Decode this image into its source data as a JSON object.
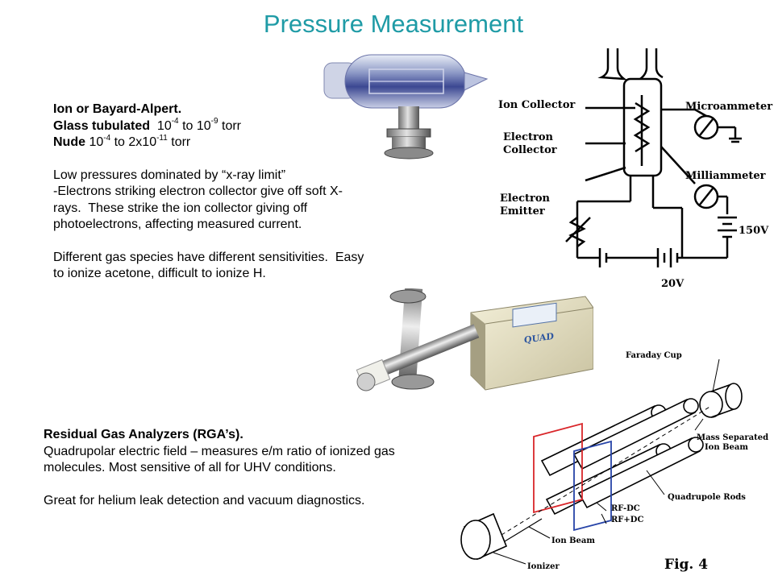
{
  "slide": {
    "title": "Pressure Measurement"
  },
  "ion_gauge": {
    "heading": "Ion or Bayard-Alpert.",
    "glass_label": "Glass tubulated",
    "glass_range": {
      "a": "10",
      "a_exp": "-4",
      "to": " to ",
      "b": "10",
      "b_exp": "-9",
      "unit": " torr"
    },
    "nude_label": "Nude",
    "nude_range": {
      "a": "10",
      "a_exp": "-4",
      "to": " to ",
      "b": "2x10",
      "b_exp": "-11",
      "unit": " torr"
    },
    "para1_line1": "Low pressures dominated by “x-ray limit”",
    "para1_line2": "-Electrons striking electron collector give off soft X-",
    "para1_line3": "rays.  These strike the ion collector giving off",
    "para1_line4": "photoelectrons, affecting measured current.",
    "para2_line1": "Different gas species have different sensitivities.  Easy",
    "para2_line2": "to ionize acetone, difficult to ionize H."
  },
  "rga": {
    "heading": "Residual Gas Analyzers (RGA’s).",
    "line1": "Quadrupolar electric field – measures e/m ratio of ionized gas",
    "line2": "molecules. Most sensitive of all for UHV conditions.",
    "line3": "Great for helium leak detection and vacuum diagnostics."
  },
  "circuit_diagram": {
    "ion_collector": "Ion Collector",
    "electron_collector_1": "Electron",
    "electron_collector_2": "Collector",
    "electron_emitter_1": "Electron",
    "electron_emitter_2": "Emitter",
    "microammeter": "Microammeter",
    "milliammeter": "Milliammeter",
    "v150": "150V",
    "v20": "20V"
  },
  "rga_device": {
    "brand": "QUAD"
  },
  "quadrupole_diagram": {
    "faraday_cup": "Faraday Cup",
    "mass_separated_1": "Mass Separated",
    "mass_separated_2": "Ion Beam",
    "rf_minus": "RF-DC",
    "rf_plus": "RF+DC",
    "quadrupole_rods": "Quadrupole Rods",
    "ion_beam": "Ion Beam",
    "ionizer": "Ionizer",
    "fig": "Fig. 4"
  },
  "colors": {
    "title": "#1f9ba6",
    "red_plane": "#d9262a",
    "blue_plane": "#2744a8"
  }
}
